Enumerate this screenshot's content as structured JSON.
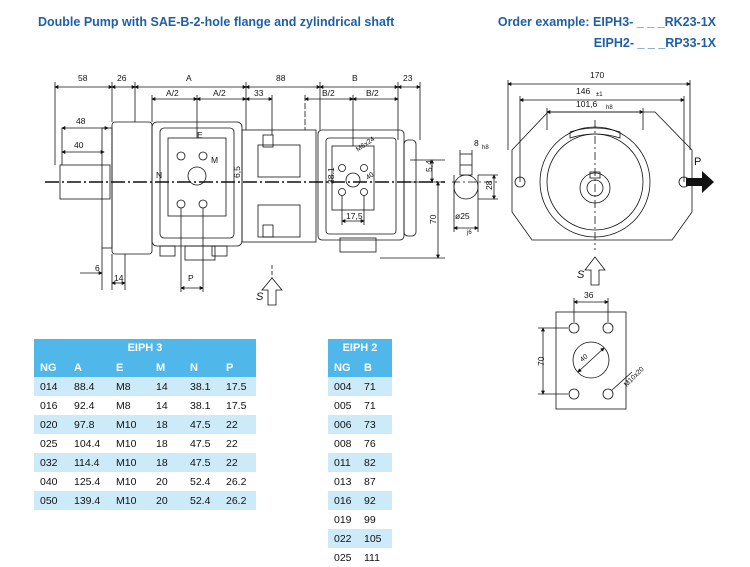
{
  "header": {
    "title": "Double Pump with SAE-B-2-hole flange and zylindrical shaft",
    "order_example_line1": "Order example: EIPH3- _ _ _RK23-1X",
    "order_example_line2": "EIPH2- _ _ _RP33-1X"
  },
  "drawing_labels": {
    "dim_58": "58",
    "dim_26": "26",
    "dim_A": "A",
    "dim_88": "88",
    "dim_B": "B",
    "dim_23": "23",
    "dim_A2_left": "A/2",
    "dim_A2_right": "A/2",
    "dim_33": "33",
    "dim_B2_left": "B/2",
    "dim_B2_right": "B/2",
    "dim_48": "48",
    "dim_40": "40",
    "dim_6": "6",
    "dim_14": "14",
    "dim_P": "P",
    "lbl_E": "E",
    "lbl_N": "N",
    "lbl_M": "M",
    "dim_6_5": "6,5",
    "dim_38_1": "38.1",
    "lbl_M6x24": "M6x24",
    "dim_40_small": "40",
    "dim_17_5": "17,5",
    "dim_8": "8",
    "tol_h8": "h8",
    "dim_5_4": "5,4",
    "dim_28": "28",
    "dim_25": "ø25",
    "tol_j6": "j6",
    "dim_70": "70",
    "dim_170": "170",
    "dim_146": "146",
    "tol_146": "±1",
    "dim_101_6": "101,6",
    "tol_101": "h8",
    "lbl_P_arrow": "P",
    "lbl_S_side": "S",
    "lbl_S_front": "S",
    "dim_36": "36",
    "dim_70_port": "70",
    "dim_40_port": "40",
    "lbl_M10x20": "M10x20"
  },
  "eiph3": {
    "title": "EIPH 3",
    "headers": [
      "NG",
      "A",
      "E",
      "M",
      "N",
      "P"
    ],
    "rows": [
      [
        "014",
        "88.4",
        "M8",
        "14",
        "38.1",
        "17.5"
      ],
      [
        "016",
        "92.4",
        "M8",
        "14",
        "38.1",
        "17.5"
      ],
      [
        "020",
        "97.8",
        "M10",
        "18",
        "47.5",
        "22"
      ],
      [
        "025",
        "104.4",
        "M10",
        "18",
        "47.5",
        "22"
      ],
      [
        "032",
        "114.4",
        "M10",
        "18",
        "47.5",
        "22"
      ],
      [
        "040",
        "125.4",
        "M10",
        "20",
        "52.4",
        "26.2"
      ],
      [
        "050",
        "139.4",
        "M10",
        "20",
        "52.4",
        "26.2"
      ]
    ]
  },
  "eiph2": {
    "title": "EIPH 2",
    "headers": [
      "NG",
      "B"
    ],
    "rows": [
      [
        "004",
        "71"
      ],
      [
        "005",
        "71"
      ],
      [
        "006",
        "73"
      ],
      [
        "008",
        "76"
      ],
      [
        "011",
        "82"
      ],
      [
        "013",
        "87"
      ],
      [
        "016",
        "92"
      ],
      [
        "019",
        "99"
      ],
      [
        "022",
        "105"
      ],
      [
        "025",
        "111"
      ]
    ]
  },
  "colors": {
    "accent_blue": "#1f5fa8",
    "table_header": "#4fb7ea",
    "table_row_tint": "#cdeaf8"
  }
}
